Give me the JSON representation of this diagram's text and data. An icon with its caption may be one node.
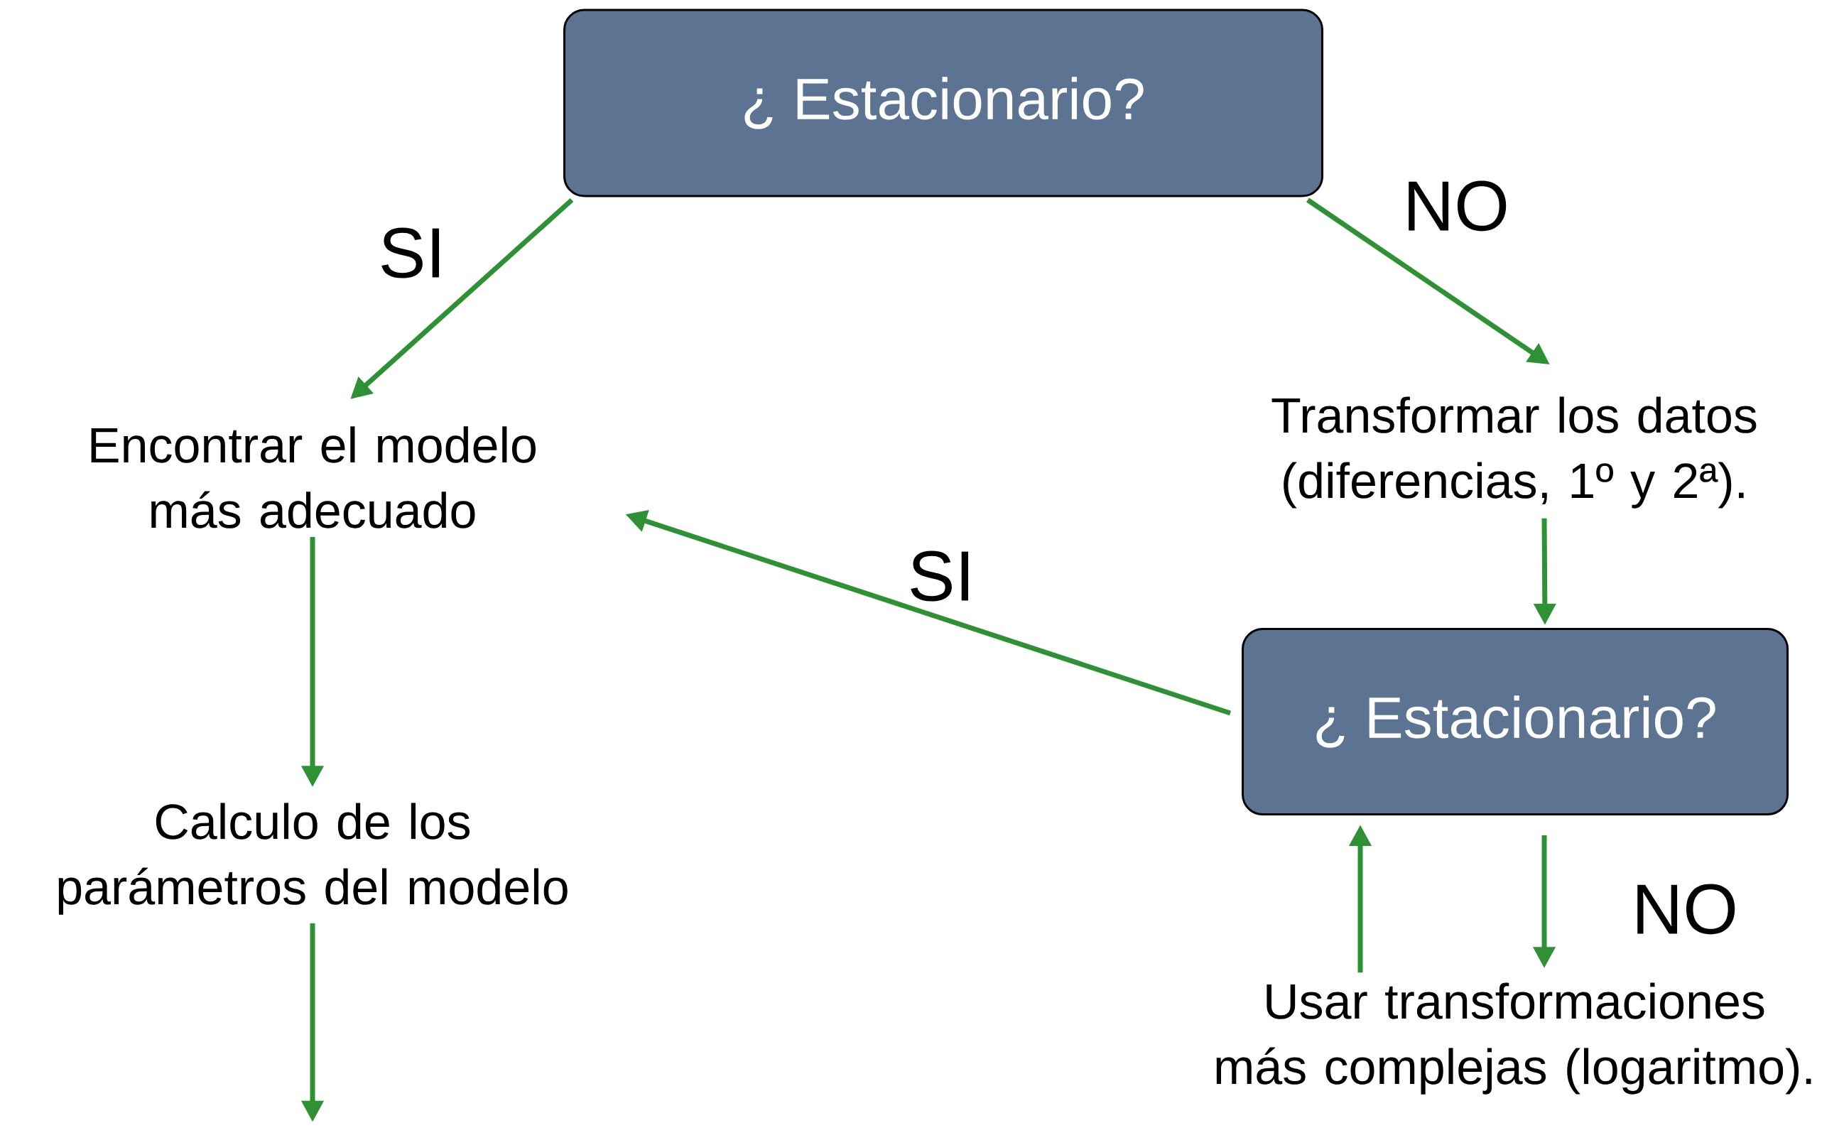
{
  "diagram": {
    "nodes": [
      {
        "text": [
          "¿ Estacionario?"
        ]
      },
      {
        "text": [
          "Encontrar el modelo más adecuado"
        ]
      },
      {
        "text": [
          "Transformar los datos (diferencias, 1º y 2ª)."
        ]
      },
      {
        "text": [
          "¿ Estacionario?"
        ]
      },
      {
        "text": [
          "Calculo de los parámetros del modelo"
        ]
      },
      {
        "text": [
          "Usar transformaciones más complejas (logaritmo)."
        ]
      }
    ],
    "edges": [
      {
        "from": 0,
        "to": 1,
        "arrow": "to",
        "label": "SI"
      },
      {
        "from": 0,
        "to": 2,
        "arrow": "to",
        "label": "NO"
      },
      {
        "from": 2,
        "to": 3,
        "arrow": "to"
      },
      {
        "from": 3,
        "to": 1,
        "arrow": "to",
        "label": "SI"
      },
      {
        "from": 3,
        "to": 5,
        "arrow": "to",
        "label": "NO"
      },
      {
        "from": 5,
        "to": 3,
        "arrow": "to"
      },
      {
        "from": 1,
        "to": 4,
        "arrow": "to"
      },
      {
        "from": 4,
        "to": null,
        "arrow": "to"
      }
    ]
  }
}
